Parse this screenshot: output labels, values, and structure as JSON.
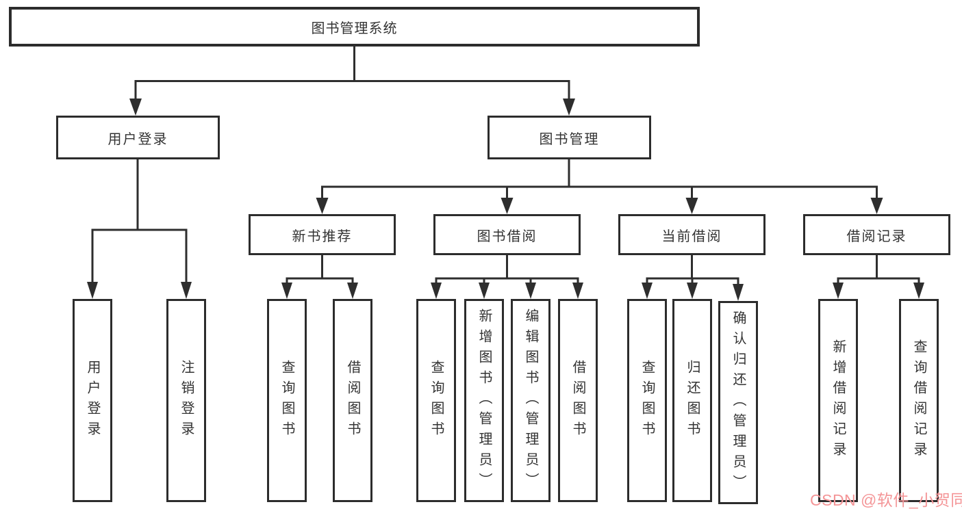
{
  "palette": {
    "background": "#ffffff",
    "line": "#2e2e2e",
    "box_border": "#2c2c2c",
    "box_fill": "#ffffff",
    "text": "#333333",
    "watermark": "#f49597"
  },
  "tree": {
    "root": {
      "label": "图书管理系统"
    },
    "user_login": {
      "label": "用户登录",
      "children": [
        {
          "label": "用户登录"
        },
        {
          "label": "注销登录"
        }
      ]
    },
    "book_mgmt": {
      "label": "图书管理",
      "groups": [
        {
          "label": "新书推荐",
          "children": [
            {
              "label": "查询图书"
            },
            {
              "label": "借阅图书"
            }
          ]
        },
        {
          "label": "图书借阅",
          "children": [
            {
              "label": "查询图书"
            },
            {
              "label": "新增图书（管理员）"
            },
            {
              "label": "编辑图书（管理员）"
            },
            {
              "label": "借阅图书"
            }
          ]
        },
        {
          "label": "当前借阅",
          "children": [
            {
              "label": "查询图书"
            },
            {
              "label": "归还图书"
            },
            {
              "label": "确认归还（管理员）"
            }
          ]
        },
        {
          "label": "借阅记录",
          "children": [
            {
              "label": "新增借阅记录"
            },
            {
              "label": "查询借阅记录"
            }
          ]
        }
      ]
    }
  },
  "watermark": {
    "text": "CSDN @软件_小贺同学"
  }
}
